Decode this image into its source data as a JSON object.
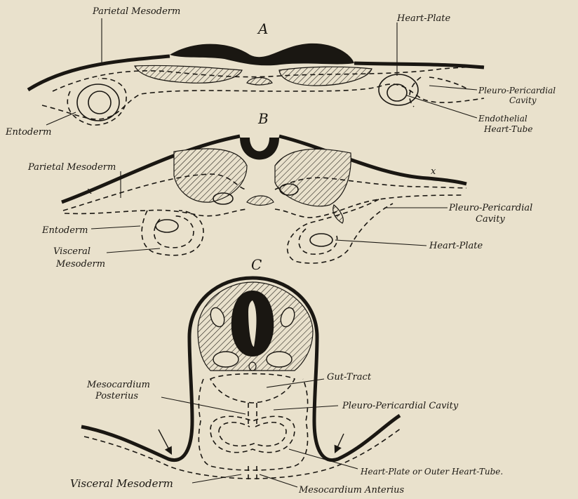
{
  "panels": {
    "a": "A",
    "b": "B",
    "c": "C"
  },
  "labels": {
    "a_parietal_mesoderm": "Parietal Mesoderm",
    "a_heart_plate": "Heart-Plate",
    "a_pleuro_pericardial_1": "Pleuro-Pericardial",
    "a_pleuro_pericardial_2": "Cavity",
    "a_endothelial_1": "Endothelial",
    "a_endothelial_2": "Heart-Tube",
    "a_entoderm": "Entoderm",
    "b_parietal_mesoderm": "Parietal Mesoderm",
    "b_x_left": "x",
    "b_x_right": "x",
    "b_pleuro_pericardial_1": "Pleuro-Pericardial",
    "b_pleuro_pericardial_2": "Cavity",
    "b_entoderm": "Entoderm",
    "b_visceral_1": "Visceral",
    "b_visceral_2": "Mesoderm",
    "b_heart_plate": "Heart-Plate",
    "c_gut_tract": "Gut-Tract",
    "c_mesocardium_posterius_1": "Mesocardium",
    "c_mesocardium_posterius_2": "Posterius",
    "c_pleuro_pericardial": "Pleuro-Pericardial Cavity",
    "c_heart_plate": "Heart-Plate or Outer Heart-Tube.",
    "c_visceral_mesoderm": "Visceral Mesoderm",
    "c_mesocardium_anterius": "Mesocardium Anterius"
  }
}
